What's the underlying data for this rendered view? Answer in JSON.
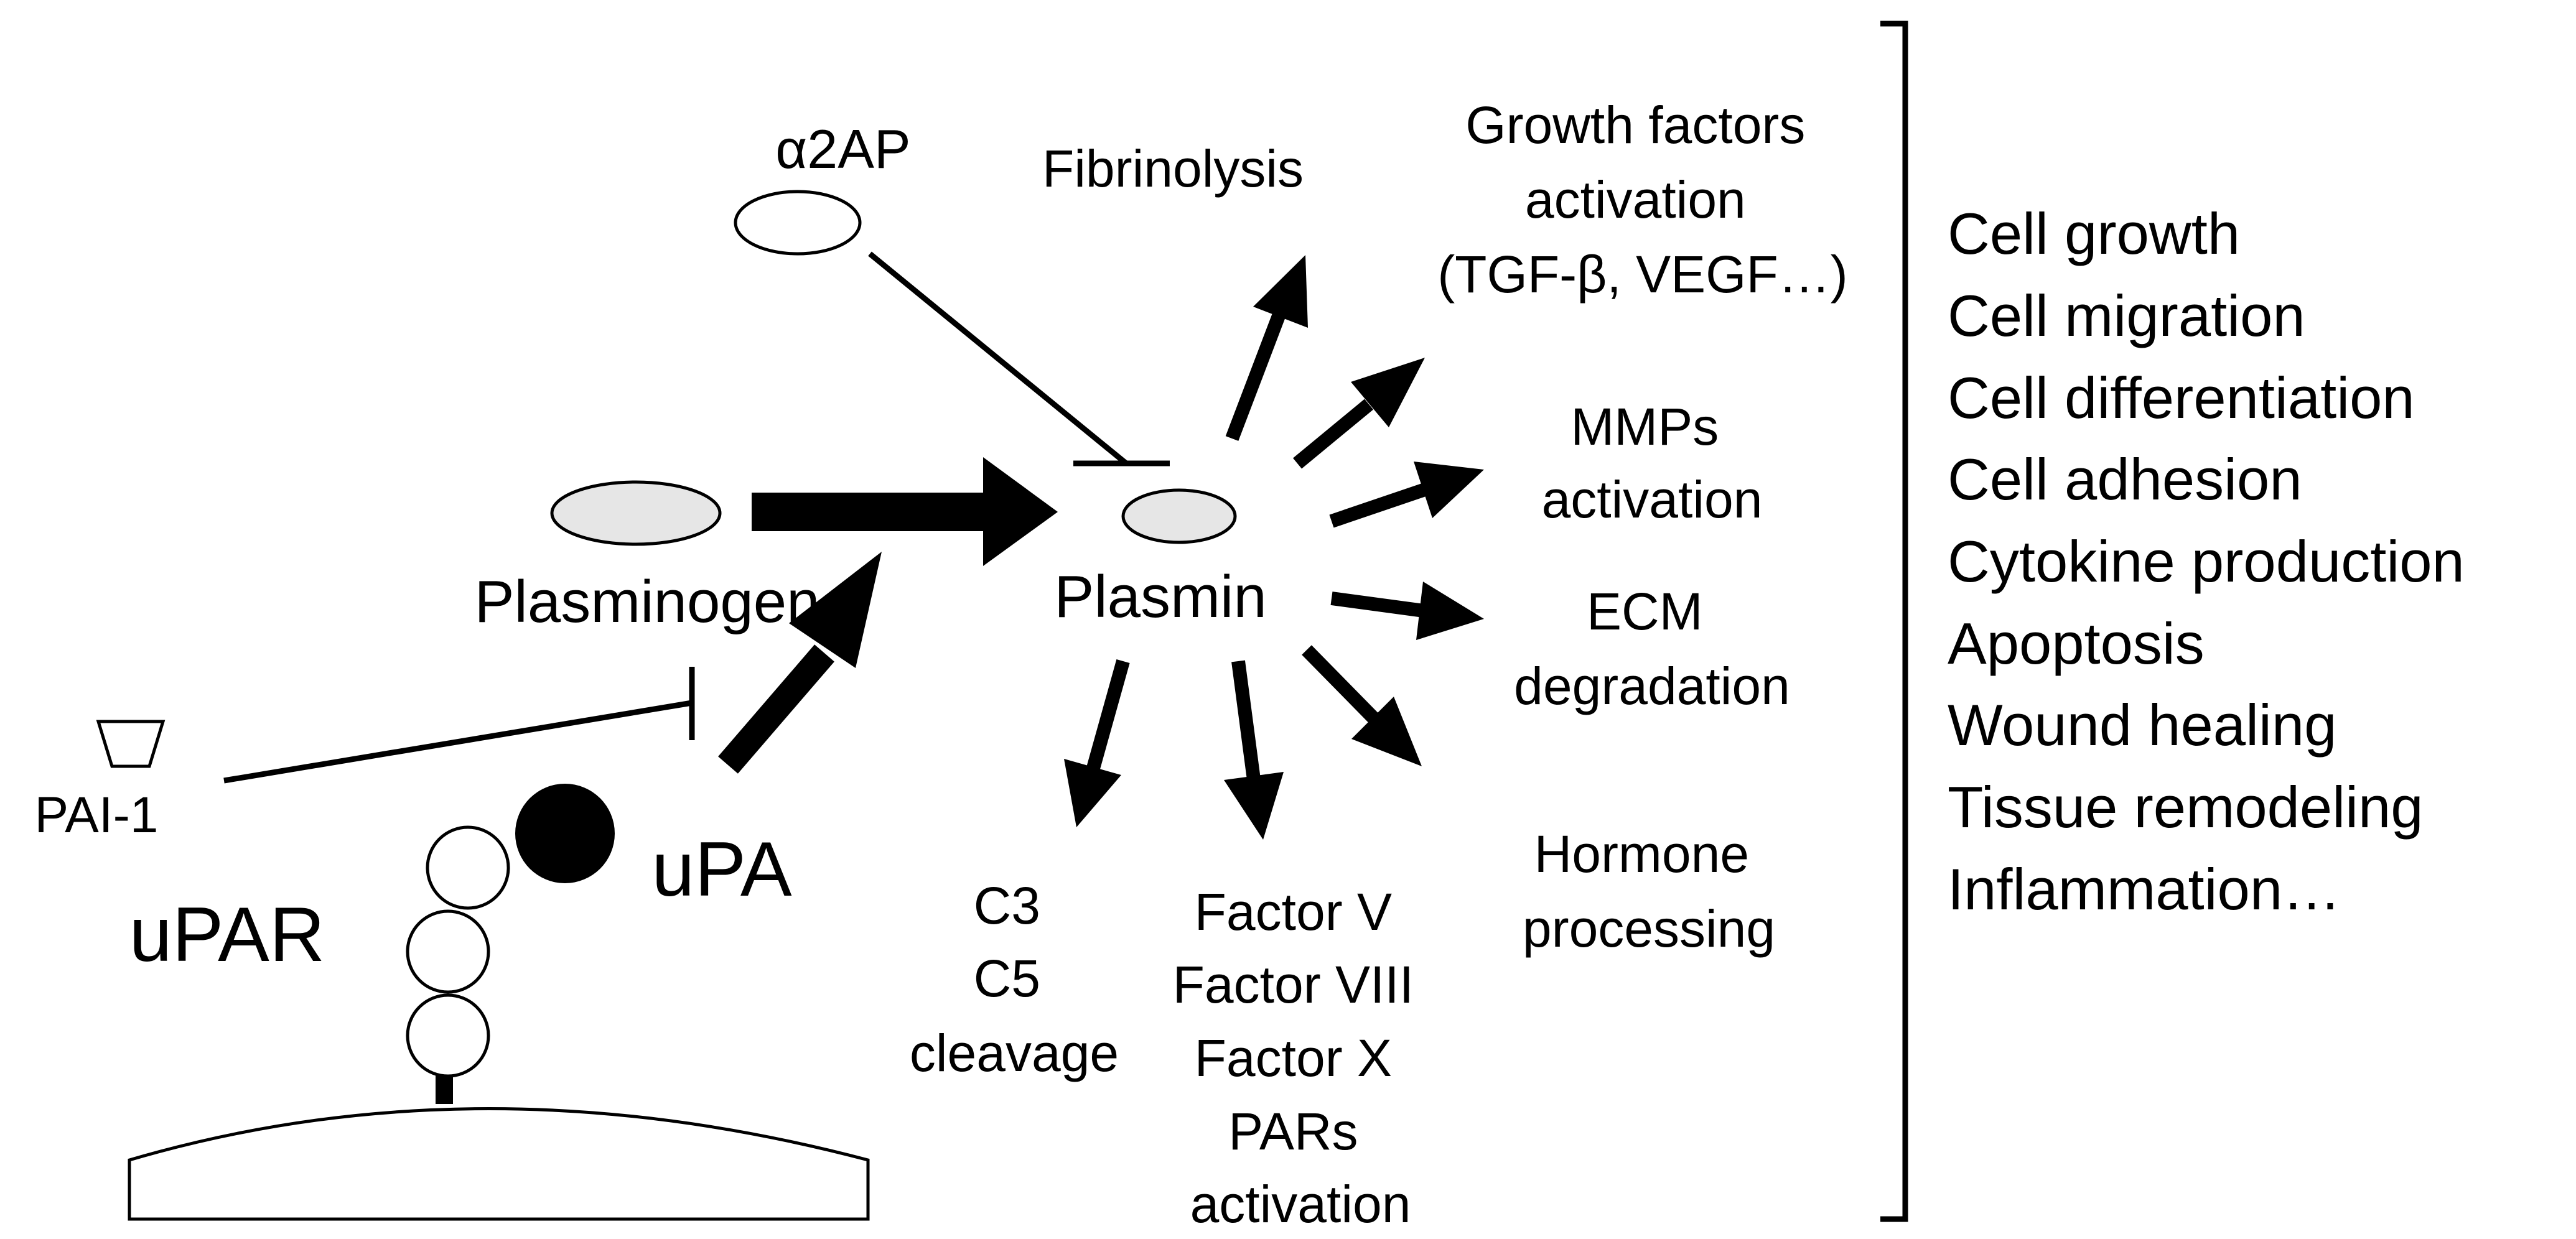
{
  "colors": {
    "ink": "#000000",
    "background": "#ffffff",
    "shape_fill": "#e6e6e6",
    "empty_fill": "#ffffff"
  },
  "labels": {
    "alpha2ap": "α2AP",
    "plasminogen": "Plasminogen",
    "plasmin": "Plasmin",
    "pai1": "PAI-1",
    "upa": "uPA",
    "upar": "uPAR"
  },
  "effects": {
    "fibrinolysis": [
      "Fibrinolysis"
    ],
    "growth_factors": [
      "Growth factors",
      "activation",
      "(TGF-β, VEGF…)"
    ],
    "mmps": [
      "MMPs",
      "activation"
    ],
    "ecm": [
      "ECM",
      "degradation"
    ],
    "hormone": [
      "Hormone",
      "processing"
    ],
    "factors": [
      "Factor V",
      "Factor VIII",
      "Factor X",
      "PARs",
      "activation"
    ],
    "complement": [
      "C3",
      "C5",
      "cleavage"
    ]
  },
  "outcomes": [
    "Cell growth",
    "Cell migration",
    "Cell differentiation",
    "Cell adhesion",
    "Cytokine production",
    "Apoptosis",
    "Wound healing",
    "Tissue remodeling",
    "Inflammation…"
  ]
}
